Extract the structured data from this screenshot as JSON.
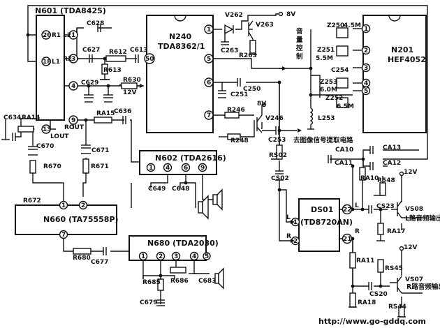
{
  "chips": {
    "n601": "N601 (TDA8425)",
    "n240": "N240",
    "n240_part": "TDA8362/1",
    "n201": "N201",
    "n201_part": "HEF4052",
    "n602": "N602 (TDA2616)",
    "n660": "N660 (TA75558P)",
    "n680": "N680 (TDA2030)",
    "ds01": "DS01",
    "ds01_part": "(TD8720AN)"
  },
  "pins": {
    "n601_r1": "R1",
    "n601_l2": "L2",
    "n601_r2": "R2",
    "n601_l1": "L1",
    "n601_rout": "ROUT",
    "n601_lout": "LOUT",
    "n601_p20": "20",
    "n601_p18": "18",
    "n601_p1": "1",
    "n601_p3": "3",
    "n601_p4": "4",
    "n601_p9": "9",
    "n601_p13": "13",
    "n240_p1": "1",
    "n240_p5": "5",
    "n240_p6": "6",
    "n240_p7": "7",
    "n240_p50": "50",
    "n201_p1": "1",
    "n201_p2": "2",
    "n201_p3": "3",
    "n201_p4": "4",
    "n201_p5": "5",
    "n602_p1": "1",
    "n602_p4": "4",
    "n602_p6": "6",
    "n602_p9": "9",
    "n660_p1": "1",
    "n660_p2": "2",
    "n660_p7": "7",
    "n680_p1": "1",
    "n680_p2": "2",
    "n680_p3": "3",
    "n680_p4": "4",
    "n680_p5": "5",
    "ds01_l": "L",
    "ds01_r": "R",
    "ds01_p1": "1",
    "ds01_p2": "2",
    "ds01_p22": "22",
    "ds01_p21": "21"
  },
  "components": {
    "c628": "C628",
    "c627": "C627",
    "r612": "R612",
    "c613": "C613",
    "r613": "R613",
    "c629": "C629",
    "r630": "R630",
    "v12a": "12V",
    "c634": "C634",
    "ra14": "RA14",
    "ra15": "RA15",
    "c636": "C636",
    "c670": "C670",
    "c671": "C671",
    "r670": "R670",
    "r671": "R671",
    "r672": "R672",
    "c649": "C649",
    "c648": "C648",
    "r680": "R680",
    "c677": "C677",
    "r685": "R685",
    "r686": "R686",
    "c683": "C683",
    "c679": "C679",
    "v262": "V262",
    "v263": "V263",
    "v8a": "8V",
    "c263": "C263",
    "r263": "R263",
    "c251": "C251",
    "c250": "C250",
    "r246": "R246",
    "v246": "V246",
    "v8b": "8V",
    "r248": "R248",
    "c253": "C253",
    "z250": "Z250",
    "z250_f": "4.5M",
    "z251": "Z251",
    "z251_f": "5.5M",
    "c254": "C254",
    "z253": "Z253",
    "z253_f": "6.0M",
    "z252": "Z252",
    "z252_f": "6.5M",
    "l253": "L253",
    "rs02": "RS02",
    "cs02": "CS02",
    "ca10": "CA10",
    "ca11": "CA11",
    "ca13": "CA13",
    "ca12": "CA12",
    "ra10": "RA10",
    "r548": "R548",
    "v12b": "12V",
    "l_mark": "L",
    "cs23": "CS23",
    "vs08": "VS08",
    "ra17": "RA17",
    "r_mark": "R",
    "v12c": "12V",
    "ra11": "RA11",
    "rs45": "RS45",
    "vs07": "VS07",
    "cs20": "CS20",
    "ra18": "RA18",
    "rs44": "RS44"
  },
  "notes": {
    "volume_ctrl": "音\n量\n控\n制",
    "video_extract": "去图像信号提取电路",
    "l_audio_out": "L路音频输出",
    "r_audio_out": "R路音频输出"
  },
  "watermark": "http://www.go-gddq.com"
}
